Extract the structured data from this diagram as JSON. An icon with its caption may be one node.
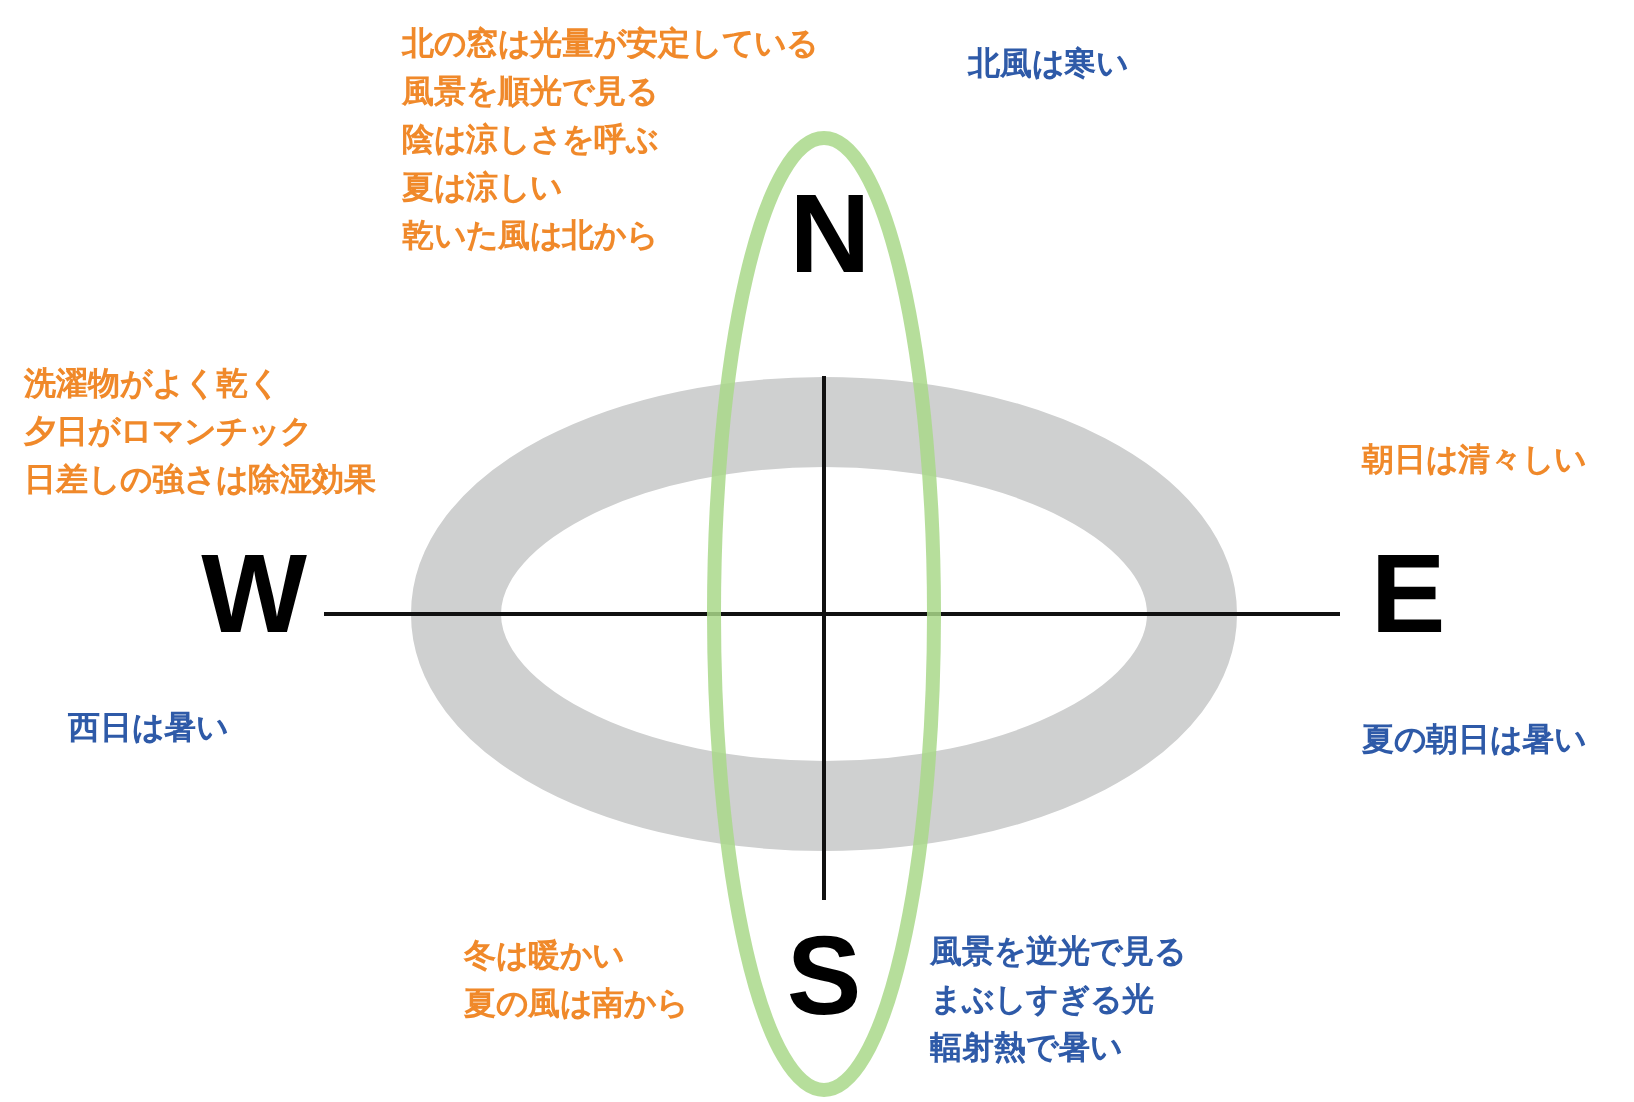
{
  "diagram": {
    "labels": [
      "北の窓は光量が安定している",
      "風景を順光で見る",
      "陰は涼しさを呼ぶ",
      "夏は涼しい",
      "乾いた風は北から",
      "北風は寒い",
      "N",
      "洗濯物がよく乾く",
      "夕日がロマンチック",
      "日差しの強さは除湿効果",
      "朝日は清々しい",
      "W",
      "E",
      "西日は暑い",
      "夏の朝日は暑い",
      "冬は暖かい",
      "夏の風は南から",
      "S",
      "風景を逆光で見る",
      "まぶしすぎる光",
      "輻射熱で暑い"
    ]
  }
}
